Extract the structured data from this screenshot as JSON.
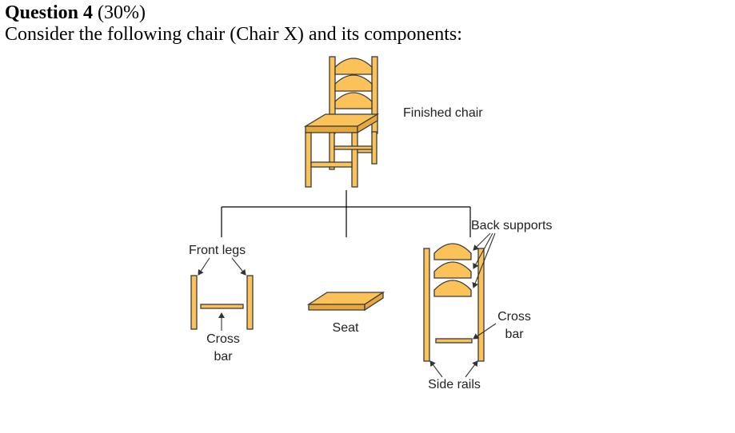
{
  "question": {
    "number_label": "Question 4",
    "weight": "(30%)",
    "prompt": "Consider the following chair (Chair X) and its components:"
  },
  "diagram": {
    "labels": {
      "finished_chair": "Finished chair",
      "back_supports": "Back supports",
      "front_legs": "Front legs",
      "front_cross_bar_line1": "Cross",
      "front_cross_bar_line2": "bar",
      "seat": "Seat",
      "side_cross_bar_line1": "Cross",
      "side_cross_bar_line2": "bar",
      "side_rails": "Side rails"
    },
    "colors": {
      "wood_fill": "#FBC25A",
      "wood_dark": "#E8A73C",
      "outline": "#3a3a3a",
      "connector": "#000000"
    }
  }
}
